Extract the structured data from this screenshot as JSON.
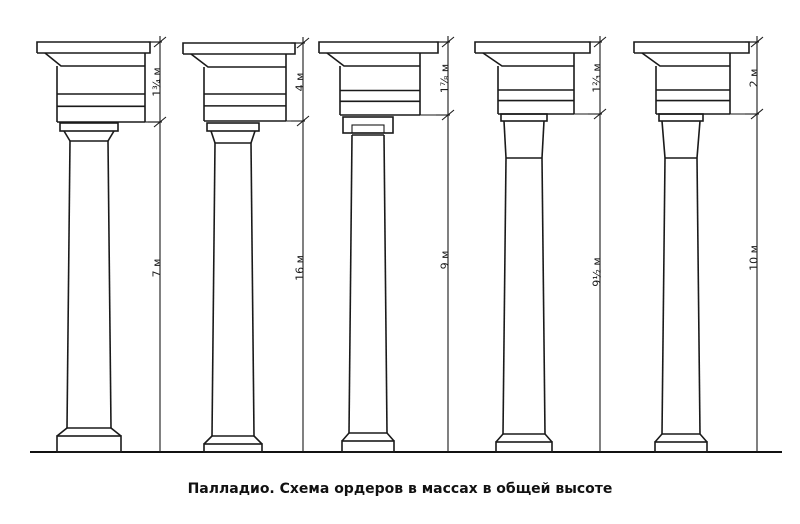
{
  "caption": "Палладио. Схема ордеров в массах в общей высоте",
  "orders": [
    {
      "entablature_label": "1¾ м",
      "column_label": "7 м",
      "capital": "plain"
    },
    {
      "entablature_label": "4 м",
      "column_label": "16 м",
      "capital": "plain"
    },
    {
      "entablature_label": "1⅞ м",
      "column_label": "9 м",
      "capital": "ionic"
    },
    {
      "entablature_label": "1⅔ м",
      "column_label": "9½ м",
      "capital": "bell"
    },
    {
      "entablature_label": "2 м",
      "column_label": "10 м",
      "capital": "bell"
    }
  ]
}
